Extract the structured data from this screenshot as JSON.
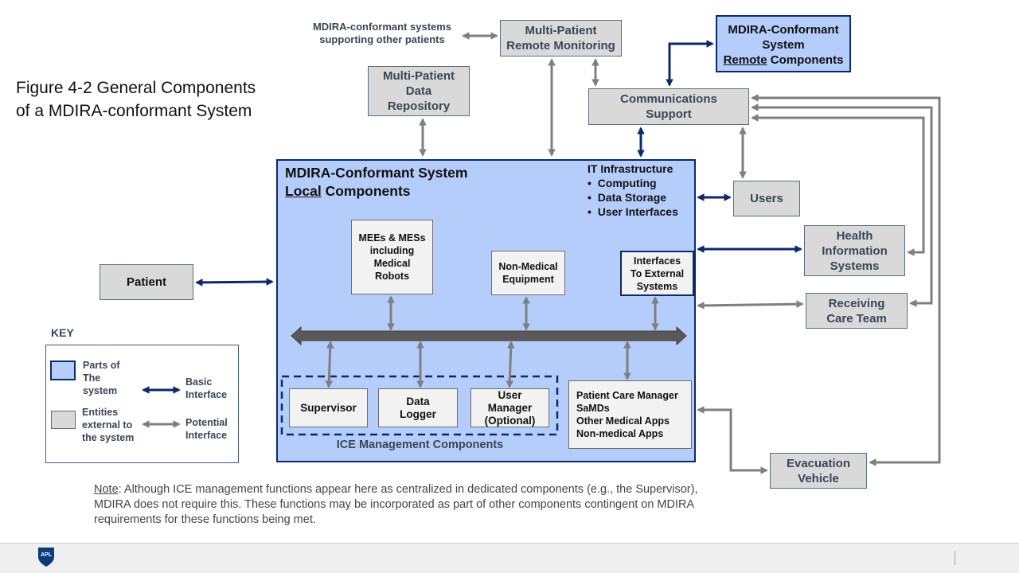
{
  "title": "Figure 4-2 General Components\nof a MDIRA-conformant System",
  "external_systems_label": "MDIRA-conformant systems\nsupporting other patients",
  "multi_patient_monitoring": "Multi-Patient\nRemote Monitoring",
  "remote_components": {
    "line1": "MDIRA-Conformant",
    "line2": "System",
    "underlined": "Remote",
    "rest": " Components"
  },
  "multi_patient_repository": "Multi-Patient\nData\nRepository",
  "communications_support": "Communications\nSupport",
  "local_components": {
    "line1": "MDIRA-Conformant System",
    "underlined": "Local",
    "rest": " Components"
  },
  "it_infrastructure": {
    "heading": "IT Infrastructure",
    "items": [
      "Computing",
      "Data Storage",
      "User Interfaces"
    ]
  },
  "users": "Users",
  "health_information_systems": "Health\nInformation\nSystems",
  "receiving_care_team": "Receiving\nCare Team",
  "evacuation_vehicle": "Evacuation\nVehicle",
  "patient": "Patient",
  "mees": "MEEs  & MESs\nincluding\nMedical\nRobots",
  "non_medical_equipment": "Non-Medical\nEquipment",
  "interfaces_external": "Interfaces\nTo External\nSystems",
  "supervisor": "Supervisor",
  "data_logger": "Data\nLogger",
  "user_manager": "User\nManager\n(Optional)",
  "ice_management": "ICE Management Components",
  "apps": [
    "Patient Care Manager",
    "SaMDs",
    "Other Medical Apps",
    "Non-medical Apps"
  ],
  "key": {
    "title": "KEY",
    "parts": "Parts of\nThe\nsystem",
    "basic": "Basic\nInterface",
    "entities": "Entities\nexternal to\nthe system",
    "potential": "Potential\nInterface"
  },
  "note": {
    "label": "Note",
    "text": ": Although ICE management functions appear here as centralized in dedicated components (e.g., the Supervisor), MDIRA does not require this. These functions may be incorporated as part of other components contingent on MDIRA requirements for these functions  being met."
  },
  "logo_text": "APL",
  "colors": {
    "system_fill": "#b4cdfb",
    "system_border": "#0a2a6b",
    "external_fill": "#d9d9d9",
    "basic_interface": "#0a2a6b",
    "potential_interface": "#7f7f7f",
    "bus": "#595959"
  }
}
